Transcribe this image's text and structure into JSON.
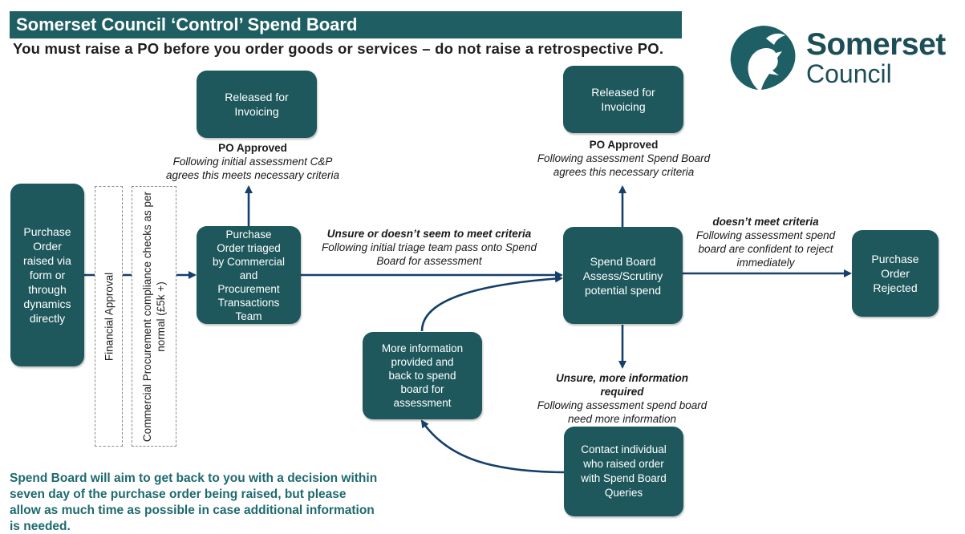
{
  "header": {
    "title": "Somerset Council ‘Control’ Spend Board",
    "subtitle": "You must raise a PO before you order goods or services – do not raise a retrospective PO."
  },
  "logo": {
    "line1": "Somerset",
    "line2": "Council",
    "icon": "dragon-icon",
    "color": "#1d4e57"
  },
  "colors": {
    "box_fill": "#1e585c",
    "arrow": "#163f6b",
    "title_bar": "#1f5f63",
    "footnote": "#1e6a6e"
  },
  "nodes": {
    "purchase_order": "Purchase\nOrder\nraised via\nform or\nthrough\ndynamics\ndirectly",
    "financial_approval": "Financial Approval",
    "compliance_checks": "Commercial Procurement  compliance checks as per\nnormal (£5k +)",
    "triage": "Purchase\nOrder triaged\nby Commercial\nand\nProcurement\nTransactions\nTeam",
    "released_left": "Released for\nInvoicing",
    "released_right": "Released for\nInvoicing",
    "spend_board": "Spend Board\nAssess/Scrutiny\npotential spend",
    "rejected": "Purchase\nOrder\nRejected",
    "more_info": "More information\nprovided and\nback to spend\nboard for\nassessment",
    "contact": "Contact individual\nwho raised order\nwith Spend Board\nQueries"
  },
  "labels": {
    "po_approved_left": {
      "heading": "PO Approved",
      "text": "Following initial assessment C&P\nagrees this meets necessary criteria"
    },
    "po_approved_right": {
      "heading": "PO Approved",
      "text": "Following assessment Spend Board\nagrees this necessary criteria"
    },
    "unsure_triage": {
      "heading": "Unsure or doesn’t seem to meet criteria",
      "text": "Following initial triage team pass onto Spend\nBoard for assessment"
    },
    "doesnt_meet": {
      "heading": "doesn’t meet criteria",
      "text": "Following assessment spend\nboard are confident to reject\nimmediately"
    },
    "more_info_required": {
      "heading": "Unsure, more information\nrequired",
      "text": "Following assessment spend board\nneed more information"
    }
  },
  "footnote": "Spend Board will aim to get back to you with a decision within\nseven day of the purchase order being raised, but please\nallow as much time as possible in case additional information\nis needed."
}
